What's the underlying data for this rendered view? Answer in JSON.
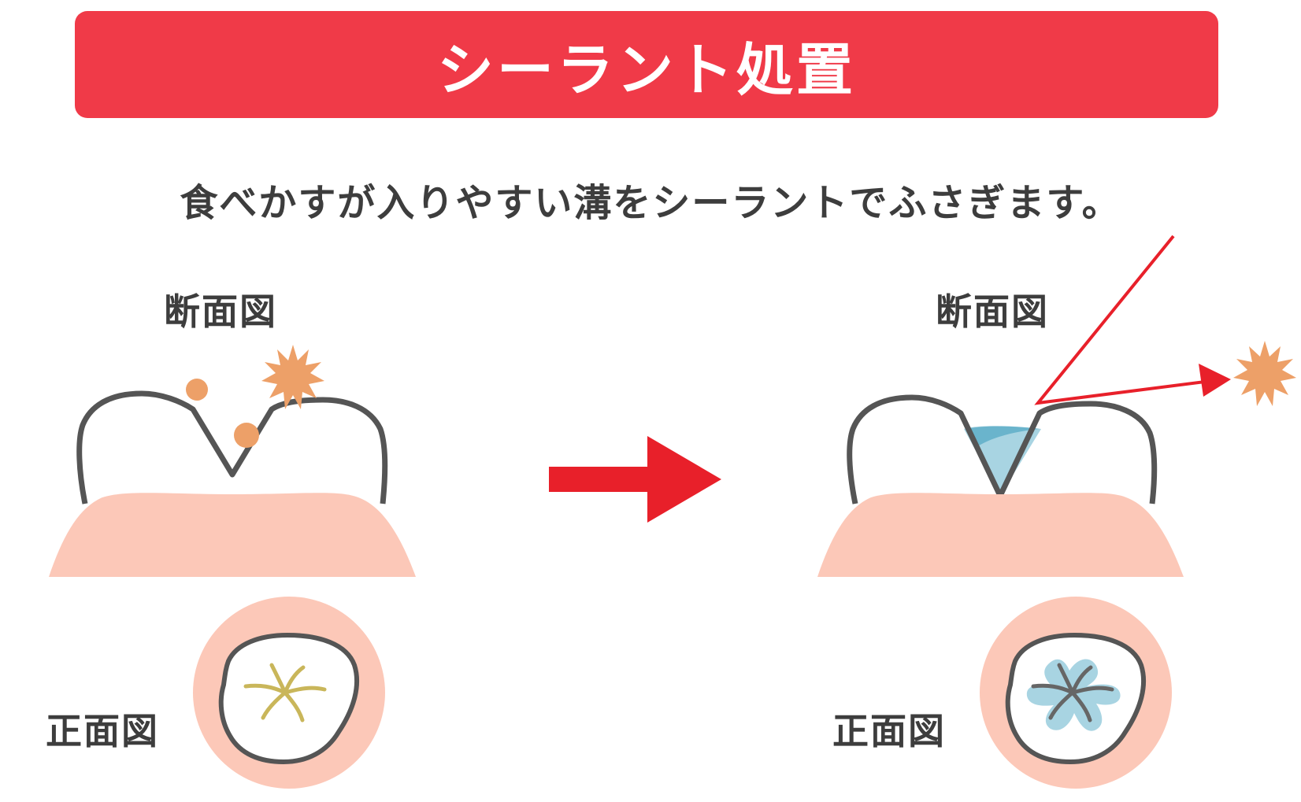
{
  "title": "シーラント処置",
  "subtitle": "食べかすが入りやすい溝をシーラントでふさぎます。",
  "before": {
    "section_label": "断面図",
    "front_label": "正面図"
  },
  "after": {
    "section_label": "断面図",
    "front_label": "正面図"
  },
  "colors": {
    "banner": "#f03a48",
    "gum": "#fcc8b8",
    "tooth_outline": "#555555",
    "food_particle": "#eda068",
    "sealant": "#a8d4e2",
    "sealant_dark": "#6ab4cc",
    "arrow": "#e8202a",
    "groove_stain": "#c9b65a",
    "text": "#3d3d3d"
  },
  "icons": {
    "process_arrow": "right-arrow-icon",
    "sparkle": "starburst-icon"
  }
}
